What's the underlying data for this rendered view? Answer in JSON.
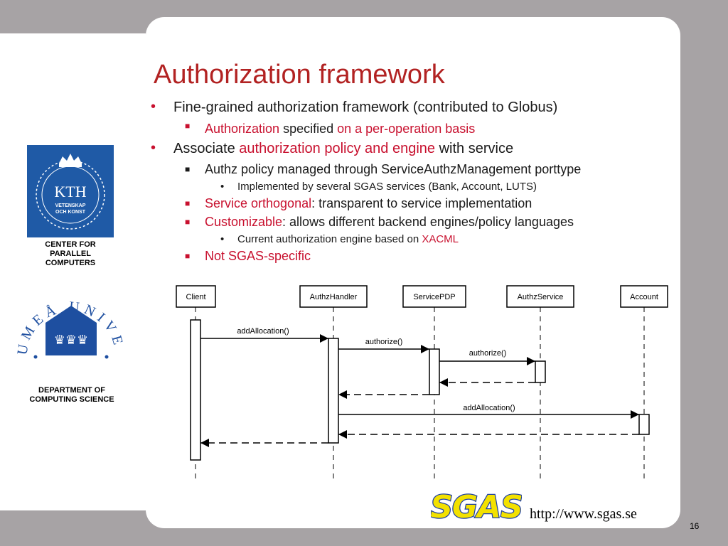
{
  "slide": {
    "title": "Authorization framework",
    "page_number": "16",
    "url": "http://www.sgas.se"
  },
  "bullets": {
    "b1": {
      "text": "Fine-grained authorization framework (contributed to Globus)"
    },
    "b1_1": {
      "part1": "Authorization",
      "part2": " specified ",
      "part3": "on a per-operation basis"
    },
    "b2": {
      "part1": "Associate ",
      "part2": "authorization policy and engine",
      "part3": " with service"
    },
    "b2_1": {
      "text": "Authz policy managed through ServiceAuthzManagement porttype"
    },
    "b2_1_1": {
      "text": "Implemented by several SGAS services (Bank, Account, LUTS)"
    },
    "b2_2": {
      "part1": "Service orthogonal",
      "part2": ": transparent to service implementation"
    },
    "b2_3": {
      "part1": "Customizable",
      "part2": ": allows different backend engines/policy languages"
    },
    "b2_3_1": {
      "part1": "Current authorization engine based on ",
      "part2": "XACML"
    },
    "b2_4": {
      "text": "Not SGAS-specific"
    }
  },
  "sidebar": {
    "kth_logo_text": "KTH",
    "kth_logo_sub1": "VETENSKAP",
    "kth_logo_sub2": "OCH KONST",
    "kth_caption_line1": "CENTER FOR",
    "kth_caption_line2": "PARALLEL",
    "kth_caption_line3": "COMPUTERS",
    "umu_logo_text": "UMEÅ UNIVERSITET",
    "umu_caption_line1": "DEPARTMENT OF",
    "umu_caption_line2": "COMPUTING SCIENCE"
  },
  "diagram": {
    "lifelines": [
      "Client",
      "AuthzHandler",
      "ServicePDP",
      "AuthzService",
      "Account"
    ],
    "messages": {
      "m1": "addAllocation()",
      "m2": "authorize()",
      "m3": "authorize()",
      "m4": "addAllocation()"
    }
  },
  "logo": {
    "text": "SGAS"
  },
  "colors": {
    "title": "#b22222",
    "accent": "#c8102e",
    "kth_blue": "#1f5aa6",
    "umu_blue": "#1e4fa0",
    "background": "#a7a3a5",
    "sgas_blue": "#1d3fa6",
    "sgas_yellow": "#f3e100"
  }
}
